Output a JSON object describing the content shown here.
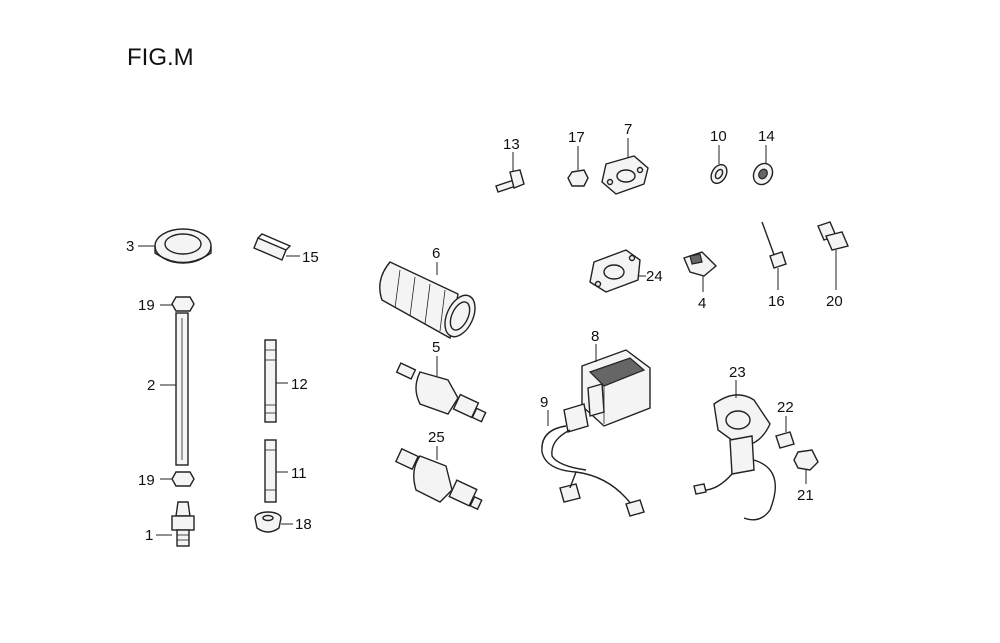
{
  "figure": {
    "title": "FIG.M"
  },
  "callouts": {
    "p1": "1",
    "p2": "2",
    "p3": "3",
    "p4": "4",
    "p5": "5",
    "p6": "6",
    "p7": "7",
    "p8": "8",
    "p9": "9",
    "p10": "10",
    "p11": "11",
    "p12": "12",
    "p13": "13",
    "p14": "14",
    "p15": "15",
    "p16": "16",
    "p17": "17",
    "p18": "18",
    "p19a": "19",
    "p19b": "19",
    "p20": "20",
    "p21": "21",
    "p22": "22",
    "p23": "23",
    "p24": "24",
    "p25": "25"
  }
}
